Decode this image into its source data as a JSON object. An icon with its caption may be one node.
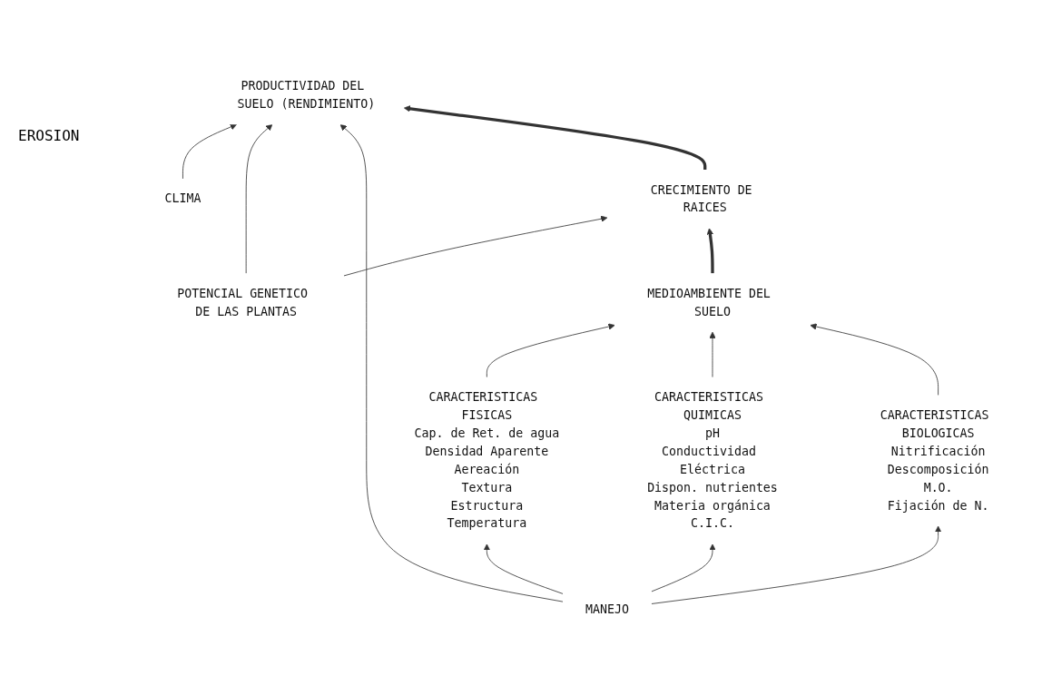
{
  "diagram": {
    "nodes": [
      {
        "text": [
          "PRODUCTIVIDAD DEL SUELO (RENDIMIENTO)"
        ]
      },
      {
        "text": [
          "CLIMA"
        ]
      },
      {
        "text": [
          "POTENCIAL GENETICO DE LAS PLANTAS"
        ]
      },
      {
        "text": [
          "CRECIMIENTO DE RAICES"
        ]
      },
      {
        "text": [
          "MANEJO"
        ]
      },
      {
        "text": [
          "MEDIOAMBIENTE DEL SUELO"
        ]
      },
      {
        "text": [
          "CARACTERISTICAS FISICAS",
          "Cap. de Ret. de agua",
          "Densidad Aparente",
          "Aereación",
          "Textura",
          "Estructura",
          "Temperatura"
        ]
      },
      {
        "text": [
          "CARACTERISTICAS QUIMICAS",
          "pH",
          "Conductividad Eléctrica",
          "Dispon. nutrientes",
          "Materia orgánica",
          "C.I.C."
        ]
      },
      {
        "text": [
          "CARACTERISTICAS BIOLOGICAS",
          "Nitrificación",
          "Descomposición",
          "M.O.",
          "Fijación de N."
        ]
      }
    ],
    "edges": [
      {
        "from": 1,
        "to": 0,
        "arrow": "to"
      },
      {
        "from": 2,
        "to": 0,
        "arrow": "to"
      },
      {
        "from": 4,
        "to": 0,
        "arrow": "to"
      },
      {
        "from": 3,
        "to": 0,
        "arrow": "to",
        "style": "thick"
      },
      {
        "from": 2,
        "to": 3,
        "arrow": "to"
      },
      {
        "from": 5,
        "to": 3,
        "arrow": "to",
        "style": "thick"
      },
      {
        "from": 6,
        "to": 5,
        "arrow": "to"
      },
      {
        "from": 7,
        "to": 5,
        "arrow": "to"
      },
      {
        "from": 8,
        "to": 5,
        "arrow": "to"
      },
      {
        "from": 4,
        "to": 6,
        "arrow": "to"
      },
      {
        "from": 4,
        "to": 7,
        "arrow": "to"
      },
      {
        "from": 4,
        "to": 8,
        "arrow": "to"
      }
    ],
    "labels": [
      "EROSION"
    ]
  }
}
